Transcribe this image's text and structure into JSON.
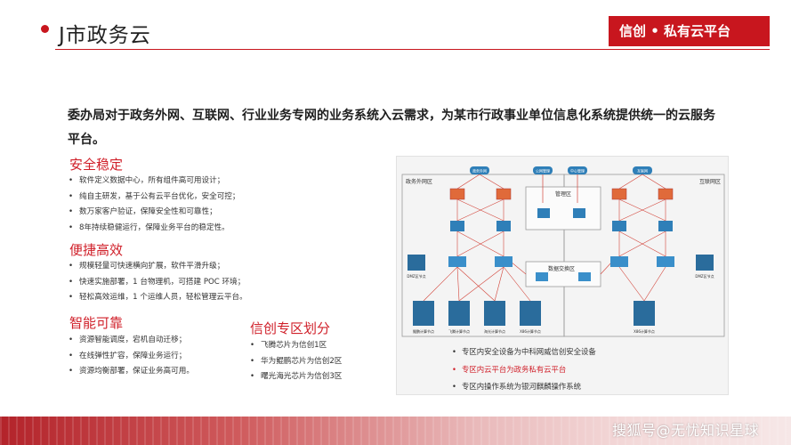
{
  "header": {
    "title": "J市政务云",
    "brand_tab": "信创 • 私有云平台"
  },
  "intro": "委办局对于政务外网、互联网、行业业务专网的业务系统入云需求，为某市行政事业单位信息化系统提供统一的云服务平台。",
  "sections": [
    {
      "title": "安全稳定",
      "items": [
        "软件定义数据中心，所有组件高可用设计；",
        "纯自主研发，基于公有云平台优化，安全可控；",
        "数万家客户验证，保障安全性和可靠性；",
        "8年持续稳健运行，保障业务平台的稳定性。"
      ]
    },
    {
      "title": "便捷高效",
      "items": [
        "规模轻量可快速横向扩展，软件平滑升级；",
        "快速实施部署，1 台物理机，可搭建 POC 环境；",
        "轻松高效运维，1 个运维人员，轻松管理云平台。"
      ]
    },
    {
      "title": "智能可靠",
      "items": [
        "资源智能调度，宕机自动迁移；",
        "在线弹性扩容，保障业务运行；",
        "资源均衡部署，保证业务高可用。"
      ]
    }
  ],
  "zones": {
    "title": "信创专区划分",
    "items": [
      "飞腾芯片为信创1区",
      "华为鲲鹏芯片为信创2区",
      "曙光海光芯片为信创3区"
    ]
  },
  "diagram": {
    "left_area": "政务外网区",
    "right_area": "互联网区",
    "mgmt_area": "管理区",
    "exchange_area": "数据交换区",
    "top_nodes": [
      "政务外网",
      "公网管理",
      "中心管理",
      "互联网"
    ],
    "dmz_label": "DMZ区节点",
    "compute_nodes": [
      "鲲鹏计算节点",
      "飞腾计算节点",
      "海光计算节点",
      "X86计算节点"
    ],
    "x86_right": "X86计算节点",
    "notes": [
      "专区内安全设备为中科网威信创安全设备",
      "专区内云平台为政务私有云平台",
      "专区内操作系统为银河麒麟操作系统"
    ]
  },
  "watermark": "搜狐号@无忧知识星球",
  "colors": {
    "accent": "#c8161e",
    "section_head": "#d0202a",
    "node_blue": "#2f7fb8",
    "firewall": "#e06a3a"
  }
}
